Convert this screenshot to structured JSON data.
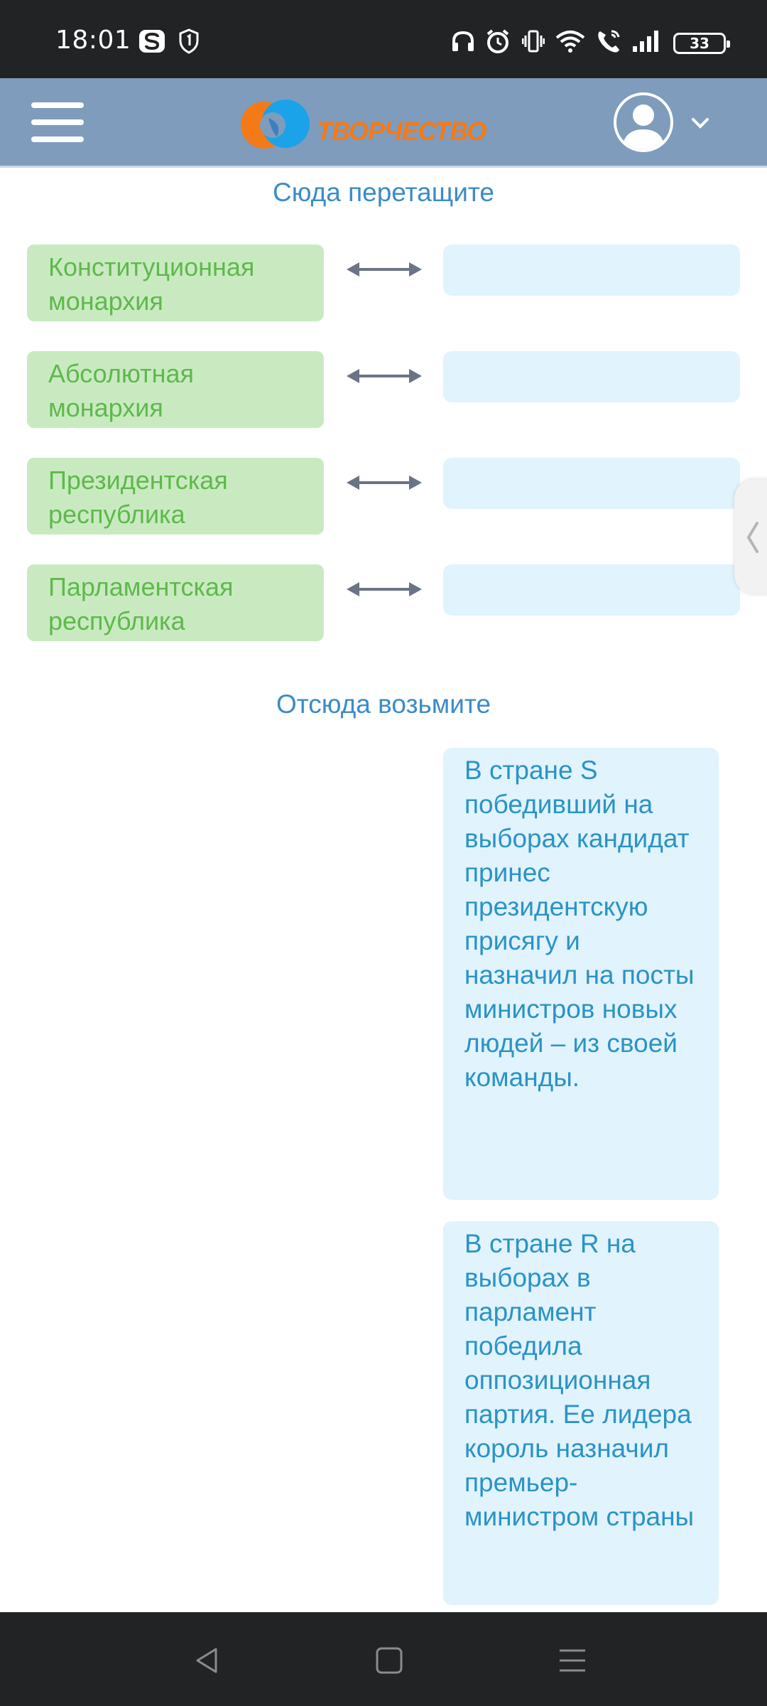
{
  "status_bar": {
    "time": "18:01",
    "battery": "33",
    "icons": [
      "s-app-icon",
      "shield-icon",
      "headphones-icon",
      "alarm-icon",
      "vibrate-icon",
      "wifi-icon",
      "wifi-call-icon",
      "signal-icon",
      "battery-icon"
    ]
  },
  "header": {
    "logo_text": "ТВОРЧЕСТВО",
    "colors": {
      "background": "#7f9cbc",
      "logo_orange": "#f47a17",
      "logo_blue": "#1aa3e8"
    }
  },
  "drop_section": {
    "title": "Сюда перетащите",
    "terms": [
      {
        "label": "Конституционная монархия"
      },
      {
        "label": "Абсолютная монархия"
      },
      {
        "label": "Президентская республика"
      },
      {
        "label": "Парламентская республика"
      }
    ]
  },
  "source_section": {
    "title": "Отсюда возьмите",
    "cards": [
      {
        "text": "В стране S победивший на выборах кандидат принес президентскую присягу и назначил на посты министров новых людей – из своей команды."
      },
      {
        "text": "В стране R на выборах в парламент победила оппозиционная партия. Ее лидера король назначил премьер-министром страны"
      }
    ]
  },
  "colors": {
    "term_bg": "#c9eac1",
    "term_text": "#5eb94b",
    "drop_bg": "#e1f3fd",
    "card_text": "#2a93c6",
    "title_text": "#3b8bc8"
  }
}
